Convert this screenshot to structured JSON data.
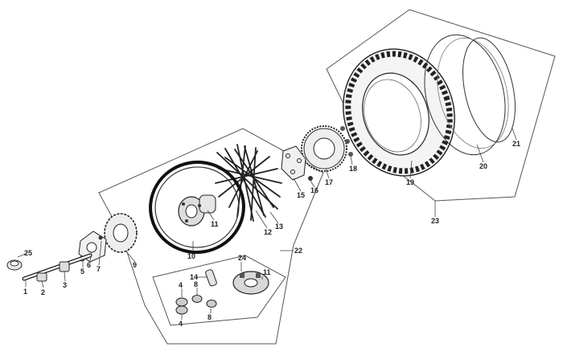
{
  "diagram": {
    "callouts": {
      "c1": "1",
      "c2": "2",
      "c3": "3",
      "c4a": "4",
      "c4b": "4",
      "c5": "5",
      "c6": "6",
      "c7": "7",
      "c8a": "8",
      "c8b": "8",
      "c9": "9",
      "c10": "10",
      "c11a": "11",
      "c11b": "11",
      "c12": "12",
      "c13": "13",
      "c14": "14",
      "c15": "15",
      "c16": "16",
      "c17": "17",
      "c18": "18",
      "c19": "19",
      "c20": "20",
      "c21": "21",
      "c22": "22",
      "c23": "23",
      "c24": "24",
      "c25": "25"
    }
  }
}
